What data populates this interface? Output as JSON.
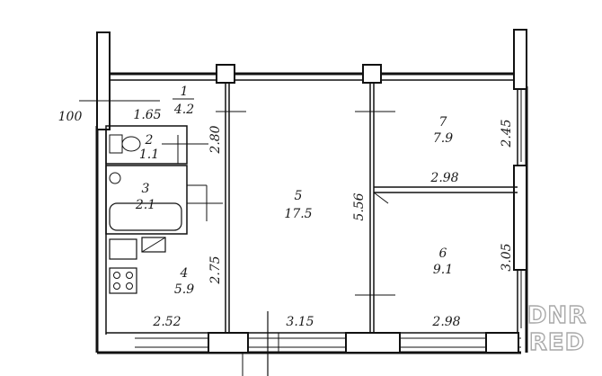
{
  "rooms": [
    {
      "id": "1",
      "area": "4.2"
    },
    {
      "id": "2",
      "area": "1.1"
    },
    {
      "id": "3",
      "area": "2.1"
    },
    {
      "id": "4",
      "area": "5.9"
    },
    {
      "id": "5",
      "area": "17.5"
    },
    {
      "id": "6",
      "area": "9.1"
    },
    {
      "id": "7",
      "area": "7.9"
    }
  ],
  "dimensions": {
    "hall_width": "1.65",
    "hall_length": "2.80",
    "kitchen_width": "2.52",
    "kitchen_length": "2.75",
    "living_width": "3.15",
    "living_length": "5.56",
    "room7_width": "2.98",
    "room7_length": "2.45",
    "room6_width": "2.98",
    "room6_length": "3.05",
    "outer_mark": "100"
  },
  "watermark": {
    "line1": "DNR",
    "line2": "RED"
  }
}
